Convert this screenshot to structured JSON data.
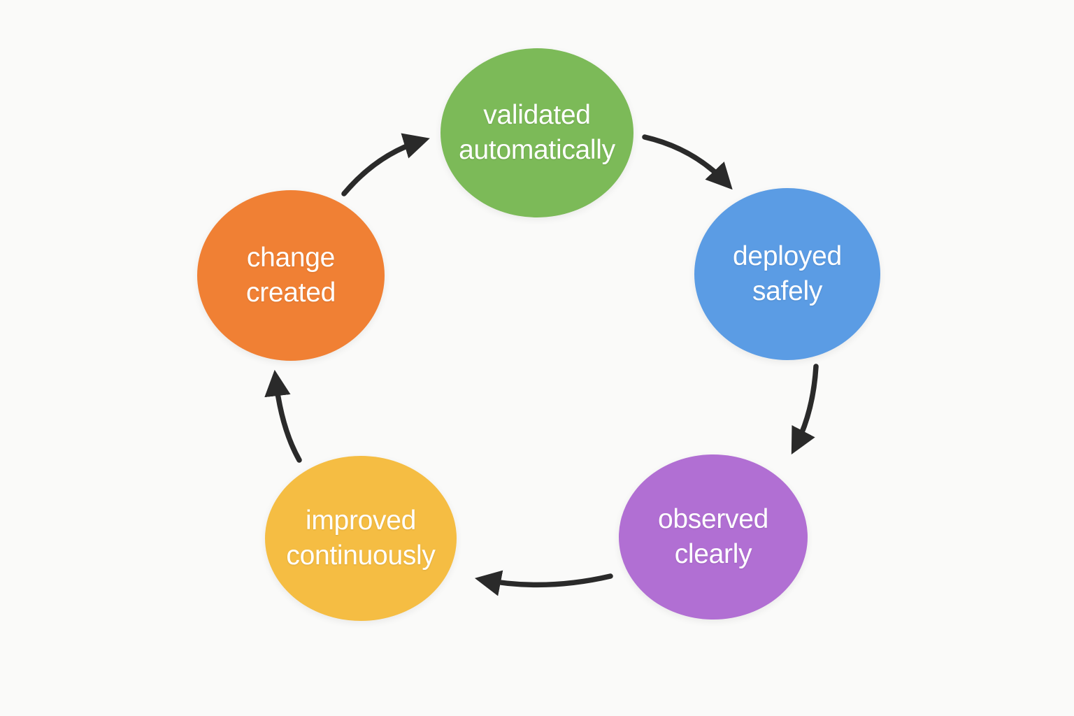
{
  "diagram": {
    "type": "cycle",
    "background": "#fafaf9",
    "arrow_color": "#2a2a2a",
    "text_color": "#ffffff",
    "nodes": [
      {
        "id": "change-created",
        "label": "change\ncreated",
        "color": "#f08034"
      },
      {
        "id": "validated-automatically",
        "label": "validated\nautomatically",
        "color": "#7cba58"
      },
      {
        "id": "deployed-safely",
        "label": "deployed\nsafely",
        "color": "#5b9ce4"
      },
      {
        "id": "observed-clearly",
        "label": "observed\nclearly",
        "color": "#b16fd3"
      },
      {
        "id": "improved-continuously",
        "label": "improved\ncontinuously",
        "color": "#f5bd43"
      }
    ],
    "edges": [
      {
        "from": "change-created",
        "to": "validated-automatically"
      },
      {
        "from": "validated-automatically",
        "to": "deployed-safely"
      },
      {
        "from": "deployed-safely",
        "to": "observed-clearly"
      },
      {
        "from": "observed-clearly",
        "to": "improved-continuously"
      },
      {
        "from": "improved-continuously",
        "to": "change-created"
      }
    ]
  }
}
